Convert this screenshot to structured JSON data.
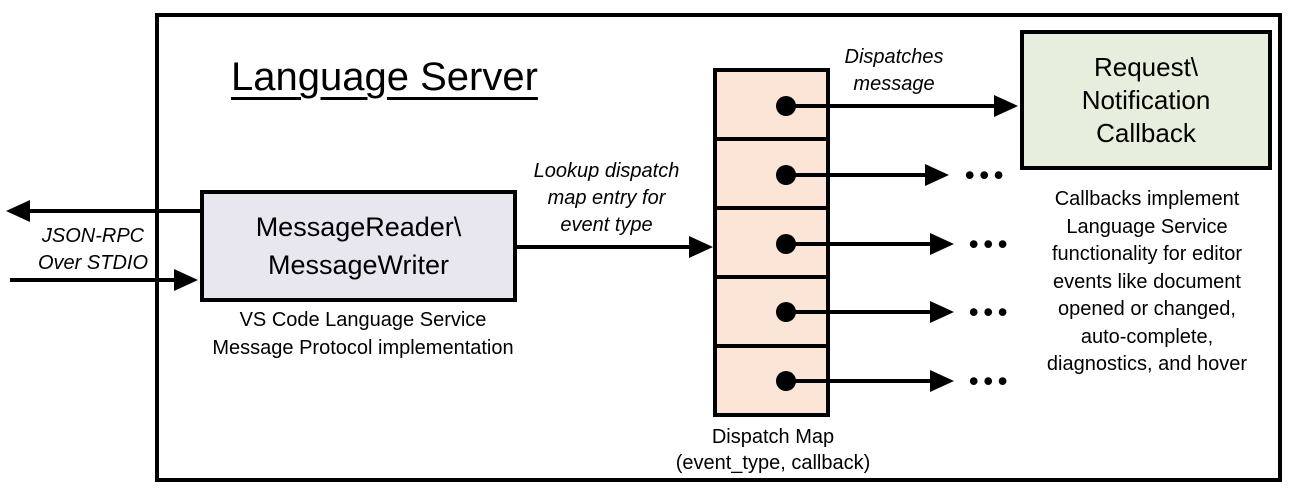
{
  "diagram": {
    "title": "Language Server"
  },
  "left_channel": {
    "label": "JSON-RPC\nOver STDIO"
  },
  "reader_box": {
    "label": "MessageReader\\\nMessageWriter",
    "caption": "VS Code Language Service\nMessage Protocol implementation"
  },
  "lookup_label": {
    "text": "Lookup dispatch\nmap entry for\nevent type"
  },
  "dispatch_map": {
    "caption": "Dispatch Map\n(event_type, callback)",
    "cell_count": 5
  },
  "dispatch_label": {
    "text": "Dispatches\nmessage"
  },
  "callback_box": {
    "label": "Request\\\nNotification\nCallback"
  },
  "callback_note": {
    "text": "Callbacks implement\nLanguage Service\nfunctionality for editor\nevents like document\nopened or changed,\nauto-complete,\ndiagnostics, and hover"
  },
  "icons": {
    "ellipsis": "•••"
  },
  "colors": {
    "reader_fill": "#E8E7F0",
    "map_fill": "#FAE5D7",
    "callback_fill": "#E7EEDD",
    "stroke": "#000000"
  }
}
